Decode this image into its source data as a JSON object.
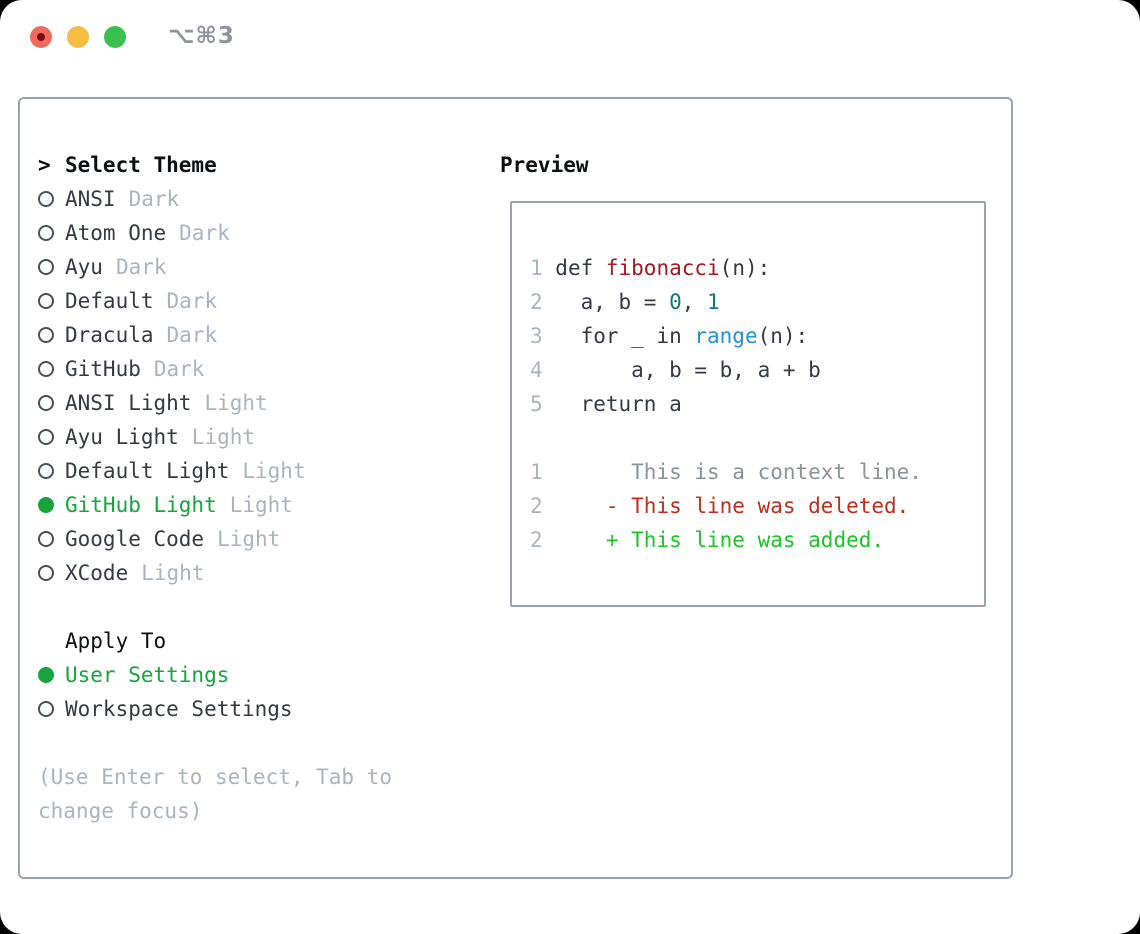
{
  "window": {
    "title": "⌥⌘3",
    "traffic_lights": [
      {
        "name": "close",
        "color": "#f06a5e"
      },
      {
        "name": "minimize",
        "color": "#f6bd40"
      },
      {
        "name": "zoom",
        "color": "#38c24d"
      }
    ]
  },
  "theme_picker": {
    "header_prefix": ">",
    "header": "Select Theme",
    "items": [
      {
        "label": "ANSI",
        "tag": "Dark",
        "selected": false
      },
      {
        "label": "Atom One",
        "tag": "Dark",
        "selected": false
      },
      {
        "label": "Ayu",
        "tag": "Dark",
        "selected": false
      },
      {
        "label": "Default",
        "tag": "Dark",
        "selected": false
      },
      {
        "label": "Dracula",
        "tag": "Dark",
        "selected": false
      },
      {
        "label": "GitHub",
        "tag": "Dark",
        "selected": false
      },
      {
        "label": "ANSI Light",
        "tag": "Light",
        "selected": false
      },
      {
        "label": "Ayu Light",
        "tag": "Light",
        "selected": false
      },
      {
        "label": "Default Light",
        "tag": "Light",
        "selected": false
      },
      {
        "label": "GitHub Light",
        "tag": "Light",
        "selected": true
      },
      {
        "label": "Google Code",
        "tag": "Light",
        "selected": false
      },
      {
        "label": "XCode",
        "tag": "Light",
        "selected": false
      }
    ]
  },
  "apply_to": {
    "header": "Apply To",
    "items": [
      {
        "label": "User Settings",
        "selected": true
      },
      {
        "label": "Workspace Settings",
        "selected": false
      }
    ]
  },
  "footer_hint": "(Use Enter to select, Tab to change focus)",
  "preview": {
    "header": "Preview",
    "code_lines": [
      {
        "tokens": [
          {
            "text": "1",
            "type": "num"
          },
          {
            "text": " def ",
            "type": "code"
          },
          {
            "text": "fibonacci",
            "type": "func"
          },
          {
            "text": "(n):",
            "type": "code"
          }
        ]
      },
      {
        "tokens": [
          {
            "text": "2",
            "type": "num"
          },
          {
            "text": "   a, b = ",
            "type": "code"
          },
          {
            "text": "0",
            "type": "const"
          },
          {
            "text": ", ",
            "type": "code"
          },
          {
            "text": "1",
            "type": "const"
          }
        ]
      },
      {
        "tokens": [
          {
            "text": "3",
            "type": "num"
          },
          {
            "text": "   for _ in ",
            "type": "code"
          },
          {
            "text": "range",
            "type": "builtin"
          },
          {
            "text": "(n):",
            "type": "code"
          }
        ]
      },
      {
        "tokens": [
          {
            "text": "4",
            "type": "num"
          },
          {
            "text": "       a, b = b, a + b",
            "type": "code"
          }
        ]
      },
      {
        "tokens": [
          {
            "text": "5",
            "type": "num"
          },
          {
            "text": "   return a",
            "type": "code"
          }
        ]
      },
      {
        "tokens": []
      },
      {
        "tokens": [
          {
            "text": "1",
            "type": "num"
          },
          {
            "text": "       This is a context line.",
            "type": "context"
          }
        ]
      },
      {
        "tokens": [
          {
            "text": "2",
            "type": "num"
          },
          {
            "text": "     - This line was deleted.",
            "type": "deleted"
          }
        ]
      },
      {
        "tokens": [
          {
            "text": "2",
            "type": "num"
          },
          {
            "text": "     + This line was added.",
            "type": "added"
          }
        ]
      }
    ]
  },
  "colors": {
    "selection_green": "#16a53c",
    "diff_added_green": "#1dc327",
    "diff_deleted_red": "#c22d1a",
    "context_gray": "#8b929b",
    "code_dark": "#343942",
    "function_red": "#a8161f",
    "number_teal": "#11767e",
    "builtin_blue": "#2492c9",
    "muted_gray": "#aab3be",
    "border_gray": "#9aa3ad",
    "title_gray": "#8f949c",
    "traffic_red": "#f06a5e",
    "traffic_red_dot": "#7d0d11",
    "traffic_yellow": "#f6bd40",
    "traffic_green": "#38c24d"
  }
}
